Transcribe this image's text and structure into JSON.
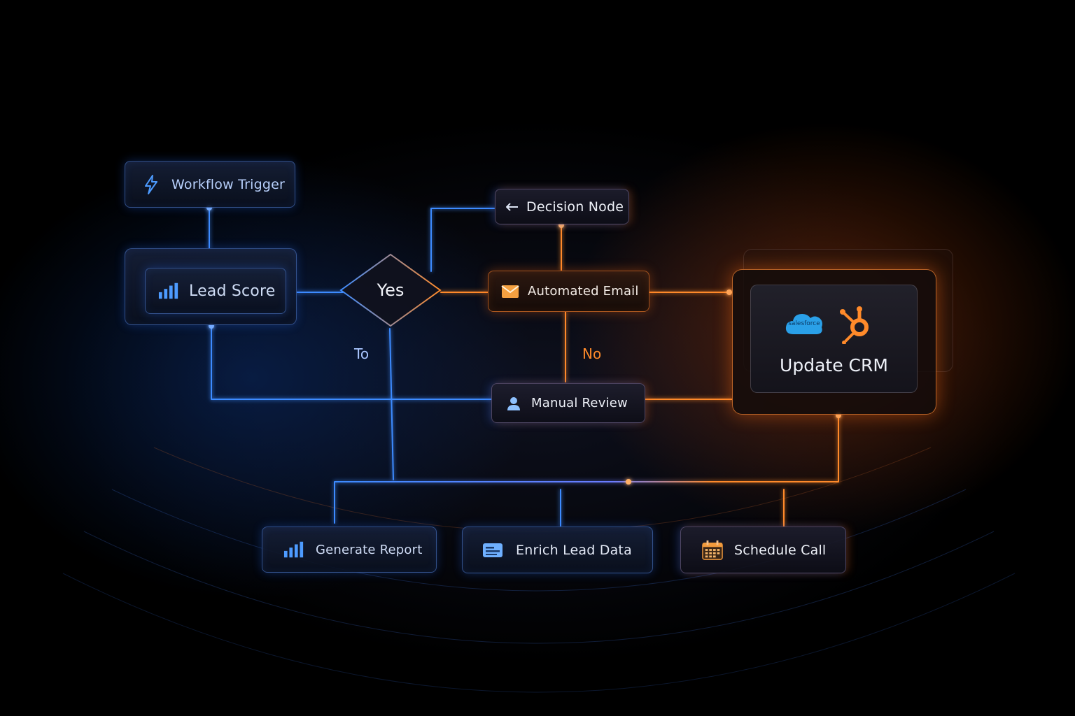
{
  "nodes": {
    "workflow_trigger": "Workflow Trigger",
    "lead_score": "Lead Score",
    "decision_yes": "Yes",
    "decision_node": "Decision Node",
    "automated_email": "Automated Email",
    "manual_review": "Manual Review",
    "update_crm": "Update CRM",
    "generate_report": "Generate Report",
    "enrich_lead_data": "Enrich Lead Data",
    "schedule_call": "Schedule Call"
  },
  "edge_labels": {
    "to": "To",
    "no": "No"
  },
  "crm_logos": {
    "cloud_logo_text": "salesforce"
  },
  "colors": {
    "blue_accent": "#3d8bff",
    "orange_accent": "#ff8a2a",
    "label_blue": "#a9c6ff",
    "label_orange": "#ff8a2a"
  },
  "icons": {
    "workflow_trigger": "lightning-icon",
    "lead_score": "bar-chart-icon",
    "decision_node": "arrow-left-icon",
    "automated_email": "envelope-icon",
    "manual_review": "user-icon",
    "generate_report": "bar-chart-icon",
    "enrich_lead_data": "data-card-icon",
    "schedule_call": "calendar-icon"
  }
}
